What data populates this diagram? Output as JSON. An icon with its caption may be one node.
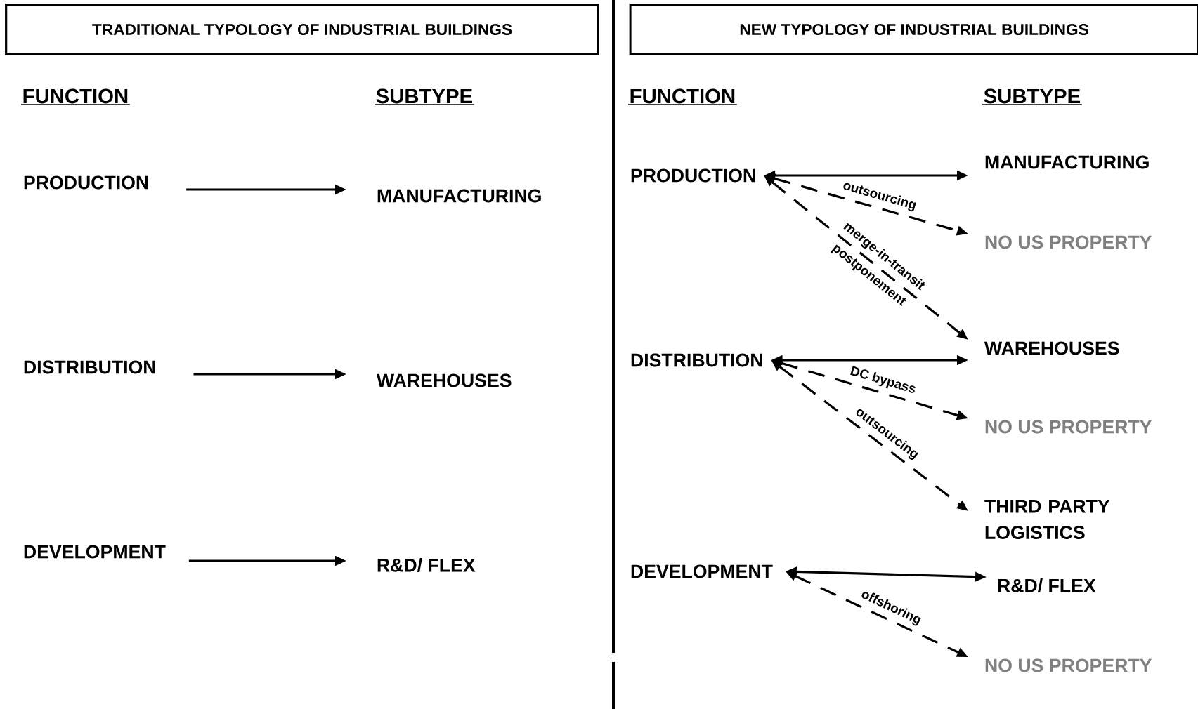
{
  "diagram": {
    "nodes": [
      {
        "text": [
          "TRADITIONAL TYPOLOGY OF INDUSTRIAL BUILDINGS"
        ]
      },
      {
        "text": [
          "NEW TYPOLOGY OF INDUSTRIAL BUILDINGS"
        ]
      },
      {
        "text": [
          "PRODUCTION"
        ]
      },
      {
        "text": [
          "MANUFACTURING"
        ]
      },
      {
        "text": [
          "DISTRIBUTION"
        ]
      },
      {
        "text": [
          "WAREHOUSES"
        ]
      },
      {
        "text": [
          "DEVELOPMENT"
        ]
      },
      {
        "text": [
          "R&D/ FLEX"
        ]
      },
      {
        "text": [
          "PRODUCTION"
        ]
      },
      {
        "text": [
          "MANUFACTURING"
        ]
      },
      {
        "text": [
          "NO US PROPERTY"
        ]
      },
      {
        "text": [
          "DISTRIBUTION"
        ]
      },
      {
        "text": [
          "WAREHOUSES"
        ]
      },
      {
        "text": [
          "NO US PROPERTY"
        ]
      },
      {
        "text": [
          "THIRD PARTY LOGISTICS"
        ]
      },
      {
        "text": [
          "DEVELOPMENT"
        ]
      },
      {
        "text": [
          "R&D/ FLEX"
        ]
      },
      {
        "text": [
          "NO US PROPERTY"
        ]
      }
    ],
    "edges": [
      {
        "from": 2,
        "to": 3,
        "arrow": "to"
      },
      {
        "from": 4,
        "to": 5,
        "arrow": "to"
      },
      {
        "from": 6,
        "to": 7,
        "arrow": "to"
      },
      {
        "from": 8,
        "to": 9,
        "arrow": "both"
      },
      {
        "from": 8,
        "to": 10,
        "arrow": "both",
        "style": "dashed",
        "label": "outsourcing"
      },
      {
        "from": 8,
        "to": 12,
        "arrow": "both",
        "style": "dashed",
        "label": "merge-in-transit"
      },
      {
        "from": 11,
        "to": 12,
        "arrow": "both"
      },
      {
        "from": 11,
        "to": 13,
        "arrow": "both",
        "style": "dashed",
        "label": "DC bypass"
      },
      {
        "from": 11,
        "to": 14,
        "arrow": "both",
        "style": "dashed",
        "label": "outsourcing"
      },
      {
        "from": 15,
        "to": 16,
        "arrow": "both"
      },
      {
        "from": 15,
        "to": 17,
        "arrow": "both",
        "style": "dashed",
        "label": "offshoring"
      }
    ],
    "labels": [
      "FUNCTION",
      "SUBTYPE",
      "FUNCTION",
      "SUBTYPE",
      "postponement"
    ]
  }
}
